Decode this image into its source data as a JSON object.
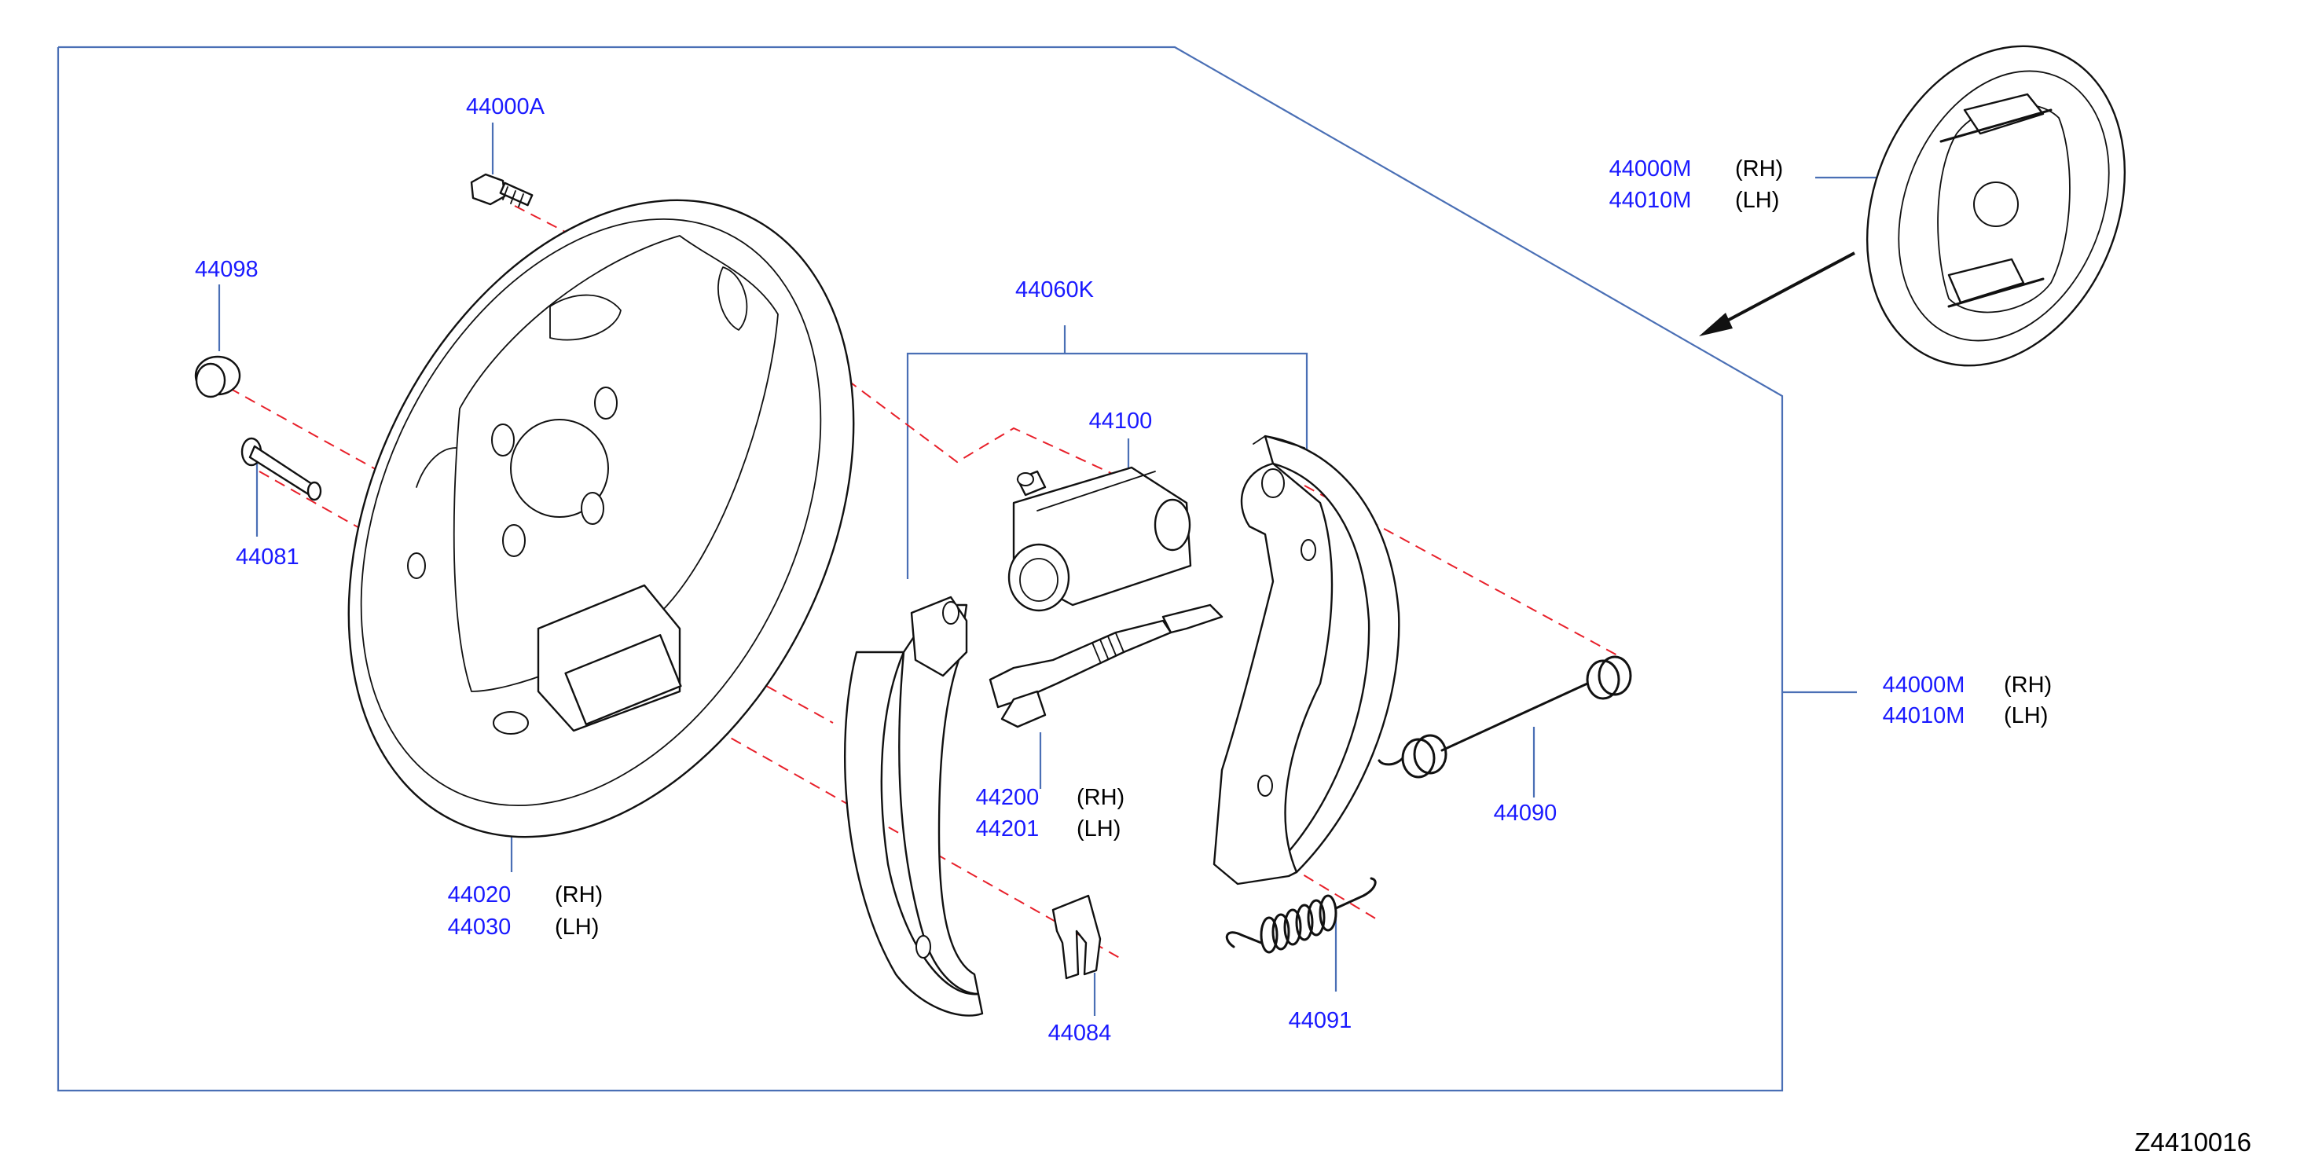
{
  "figure_code": "Z4410016",
  "assembly_top": {
    "number_rh": "44000M",
    "side_rh": "(RH)",
    "number_lh": "44010M",
    "side_lh": "(LH)"
  },
  "assembly_right": {
    "number_rh": "44000M",
    "side_rh": "(RH)",
    "number_lh": "44010M",
    "side_lh": "(LH)"
  },
  "parts": {
    "bolt": "44000A",
    "plug": "44098",
    "pin": "44081",
    "back_plate": {
      "number_rh": "44020",
      "side_rh": "(RH)",
      "number_lh": "44030",
      "side_lh": "(LH)"
    },
    "shoe_set": "44060K",
    "wheel_cylinder": "44100",
    "adjuster": {
      "number_rh": "44200",
      "side_rh": "(RH)",
      "number_lh": "44201",
      "side_lh": "(LH)"
    },
    "upper_spring": "44090",
    "lower_spring": "44091",
    "retainer": "44084"
  }
}
